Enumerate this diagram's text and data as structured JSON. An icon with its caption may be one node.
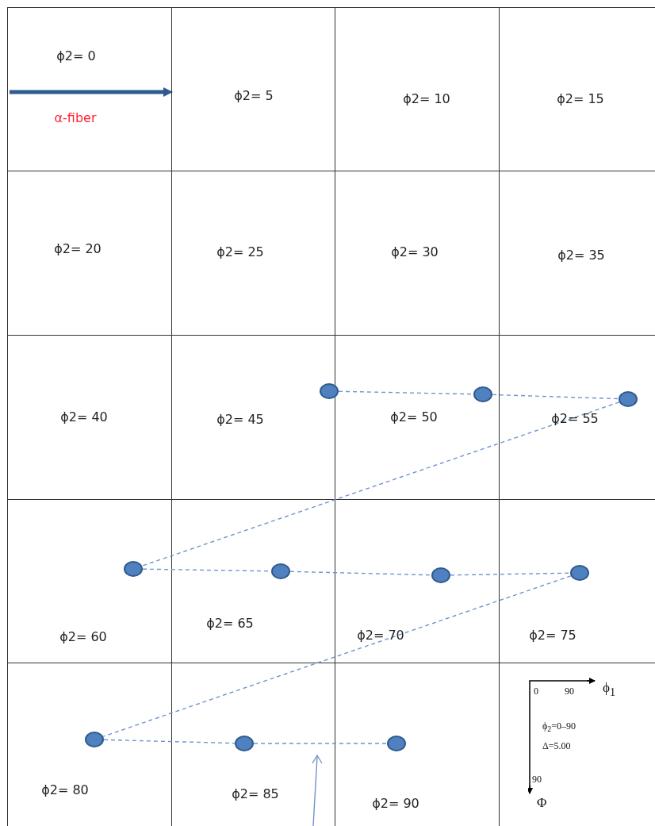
{
  "diagram": {
    "nodes": [
      {
        "text": [
          "ϕ2= 0",
          "α-fiber"
        ]
      },
      {
        "text": [
          "ϕ2= 5"
        ]
      },
      {
        "text": [
          "ϕ2= 10"
        ]
      },
      {
        "text": [
          "ϕ2= 15"
        ]
      },
      {
        "text": [
          "ϕ2= 20"
        ]
      },
      {
        "text": [
          "ϕ2= 25"
        ]
      },
      {
        "text": [
          "ϕ2= 30"
        ]
      },
      {
        "text": [
          "ϕ2= 35"
        ]
      },
      {
        "text": [
          "ϕ2= 40"
        ]
      },
      {
        "text": [
          "ϕ2= 45"
        ]
      },
      {
        "text": [
          "ϕ2= 50"
        ]
      },
      {
        "text": [
          "ϕ2= 55"
        ]
      },
      {
        "text": [
          "ϕ2= 60"
        ]
      },
      {
        "text": [
          "ϕ2= 65"
        ]
      },
      {
        "text": [
          "ϕ2= 70"
        ]
      },
      {
        "text": [
          "ϕ2= 75"
        ]
      },
      {
        "text": [
          "ϕ2= 80"
        ]
      },
      {
        "text": [
          "ϕ2= 85"
        ]
      },
      {
        "text": [
          "ϕ2= 90"
        ]
      },
      {
        "text": [
          "0",
          "90",
          "ϕ$_{1}$",
          "ϕ$_{2}$=0–90",
          "Δ=5.00",
          "90",
          "Φ"
        ]
      },
      {
        "text": [],
        "shape": "circle"
      },
      {
        "text": [],
        "shape": "circle",
        "in": 10
      },
      {
        "text": [],
        "shape": "circle",
        "in": 11
      },
      {
        "text": [],
        "shape": "circle",
        "in": 12
      },
      {
        "text": [],
        "shape": "circle",
        "in": 13
      },
      {
        "text": [],
        "shape": "circle",
        "in": 14
      },
      {
        "text": [],
        "shape": "circle",
        "in": 15
      },
      {
        "text": [],
        "shape": "circle",
        "in": 16
      },
      {
        "text": [],
        "shape": "circle",
        "in": 17
      },
      {
        "text": [],
        "shape": "circle",
        "in": 18
      }
    ],
    "edges": [
      {
        "from": 20,
        "to": 21,
        "arrow": "none",
        "style": "dashed"
      },
      {
        "from": 21,
        "to": 22,
        "arrow": "none",
        "style": "dashed"
      },
      {
        "from": 22,
        "to": 23,
        "arrow": "none",
        "style": "dashed"
      },
      {
        "from": 23,
        "to": 24,
        "arrow": "none",
        "style": "dashed"
      },
      {
        "from": 24,
        "to": 25,
        "arrow": "none",
        "style": "dashed"
      },
      {
        "from": 25,
        "to": 26,
        "arrow": "none",
        "style": "dashed"
      },
      {
        "from": 26,
        "to": 27,
        "arrow": "none",
        "style": "dashed"
      },
      {
        "from": 27,
        "to": 28,
        "arrow": "none",
        "style": "dashed"
      },
      {
        "from": 28,
        "to": 29,
        "arrow": "none",
        "style": "dashed"
      }
    ]
  }
}
